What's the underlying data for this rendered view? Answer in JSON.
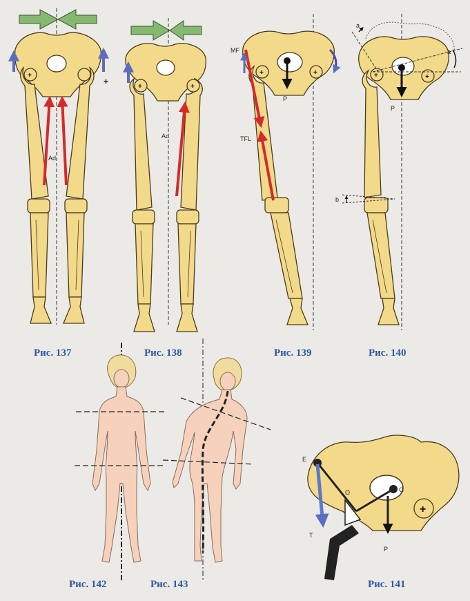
{
  "figures": {
    "fig137": {
      "caption": "Рис. 137",
      "muscle_label": "Ad"
    },
    "fig138": {
      "caption": "Рис. 138",
      "muscle_label": "Ad"
    },
    "fig139": {
      "caption": "Рис. 139",
      "label_mf": "MF",
      "label_tfl": "TFL",
      "label_p": "P"
    },
    "fig140": {
      "caption": "Рис. 140",
      "label_a1": "a",
      "label_a2": "a",
      "label_b": "b",
      "label_p": "P"
    },
    "fig141": {
      "caption": "Рис. 141",
      "label_e": "E",
      "label_o": "O",
      "label_g": "G",
      "label_t": "T",
      "label_p": "P"
    },
    "fig142": {
      "caption": "Рис. 142"
    },
    "fig143": {
      "caption": "Рис. 143"
    }
  },
  "colors": {
    "bone": "#f3d98a",
    "muscle_red": "#d42a2a",
    "arrow_blue": "#5a6ec0",
    "arrow_green": "#86b872",
    "caption_blue": "#2a5aa8",
    "skin": "#f6d2bd"
  }
}
